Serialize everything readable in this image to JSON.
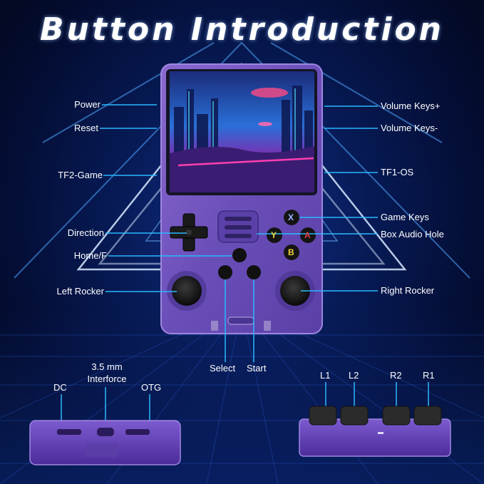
{
  "title": "Button Introduction",
  "colors": {
    "accent_line": "#2ab8ff",
    "body_purple": "#6a4fb8",
    "background": "#061a55"
  },
  "face_buttons": {
    "x": "X",
    "y": "Y",
    "a": "A",
    "b": "B"
  },
  "labels": {
    "left": [
      "Power",
      "Reset",
      "TF2-Game",
      "Direction",
      "Home/F",
      "Left Rocker"
    ],
    "right": [
      "Volume Keys+",
      "Volume Keys-",
      "TF1-OS",
      "Game Keys",
      "Box Audio Hole",
      "Right Rocker"
    ],
    "bottom": [
      "Select",
      "Start"
    ],
    "ports": [
      "DC",
      "3.5 mm\nInterforce",
      "OTG"
    ],
    "shoulders": [
      "L1",
      "L2",
      "R2",
      "R1"
    ]
  }
}
